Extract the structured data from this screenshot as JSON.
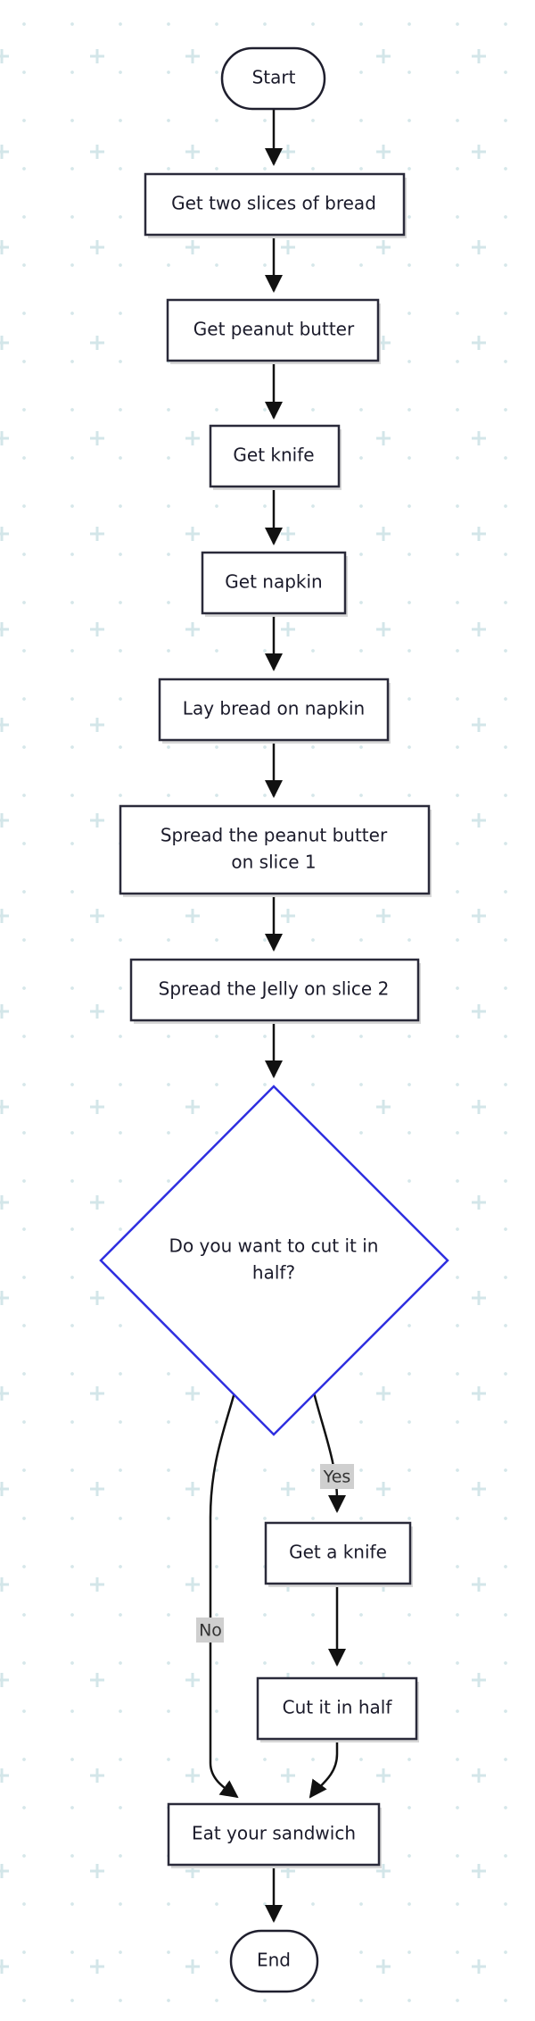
{
  "diagram": {
    "nodes": {
      "start": "Start",
      "get_bread": "Get two slices of bread",
      "get_pb": "Get peanut butter",
      "get_knife": "Get knife",
      "get_napkin": "Get napkin",
      "lay_bread": "Lay bread on napkin",
      "spread_pb_line1": "Spread the peanut butter",
      "spread_pb_line2": "on slice 1",
      "spread_jelly": "Spread the Jelly on slice 2",
      "decision_line1": "Do you want to cut it in",
      "decision_line2": "half?",
      "get_a_knife": "Get a knife",
      "cut_half": "Cut it in half",
      "eat": "Eat your sandwich",
      "end": "End"
    },
    "edge_labels": {
      "yes": "Yes",
      "no": "No"
    },
    "colors": {
      "decision_border": "#2f2fe0",
      "node_border": "#2a2a3a",
      "edge": "#111111",
      "grid": "#d3e6e9",
      "label_bg": "#cfcfcf"
    }
  }
}
